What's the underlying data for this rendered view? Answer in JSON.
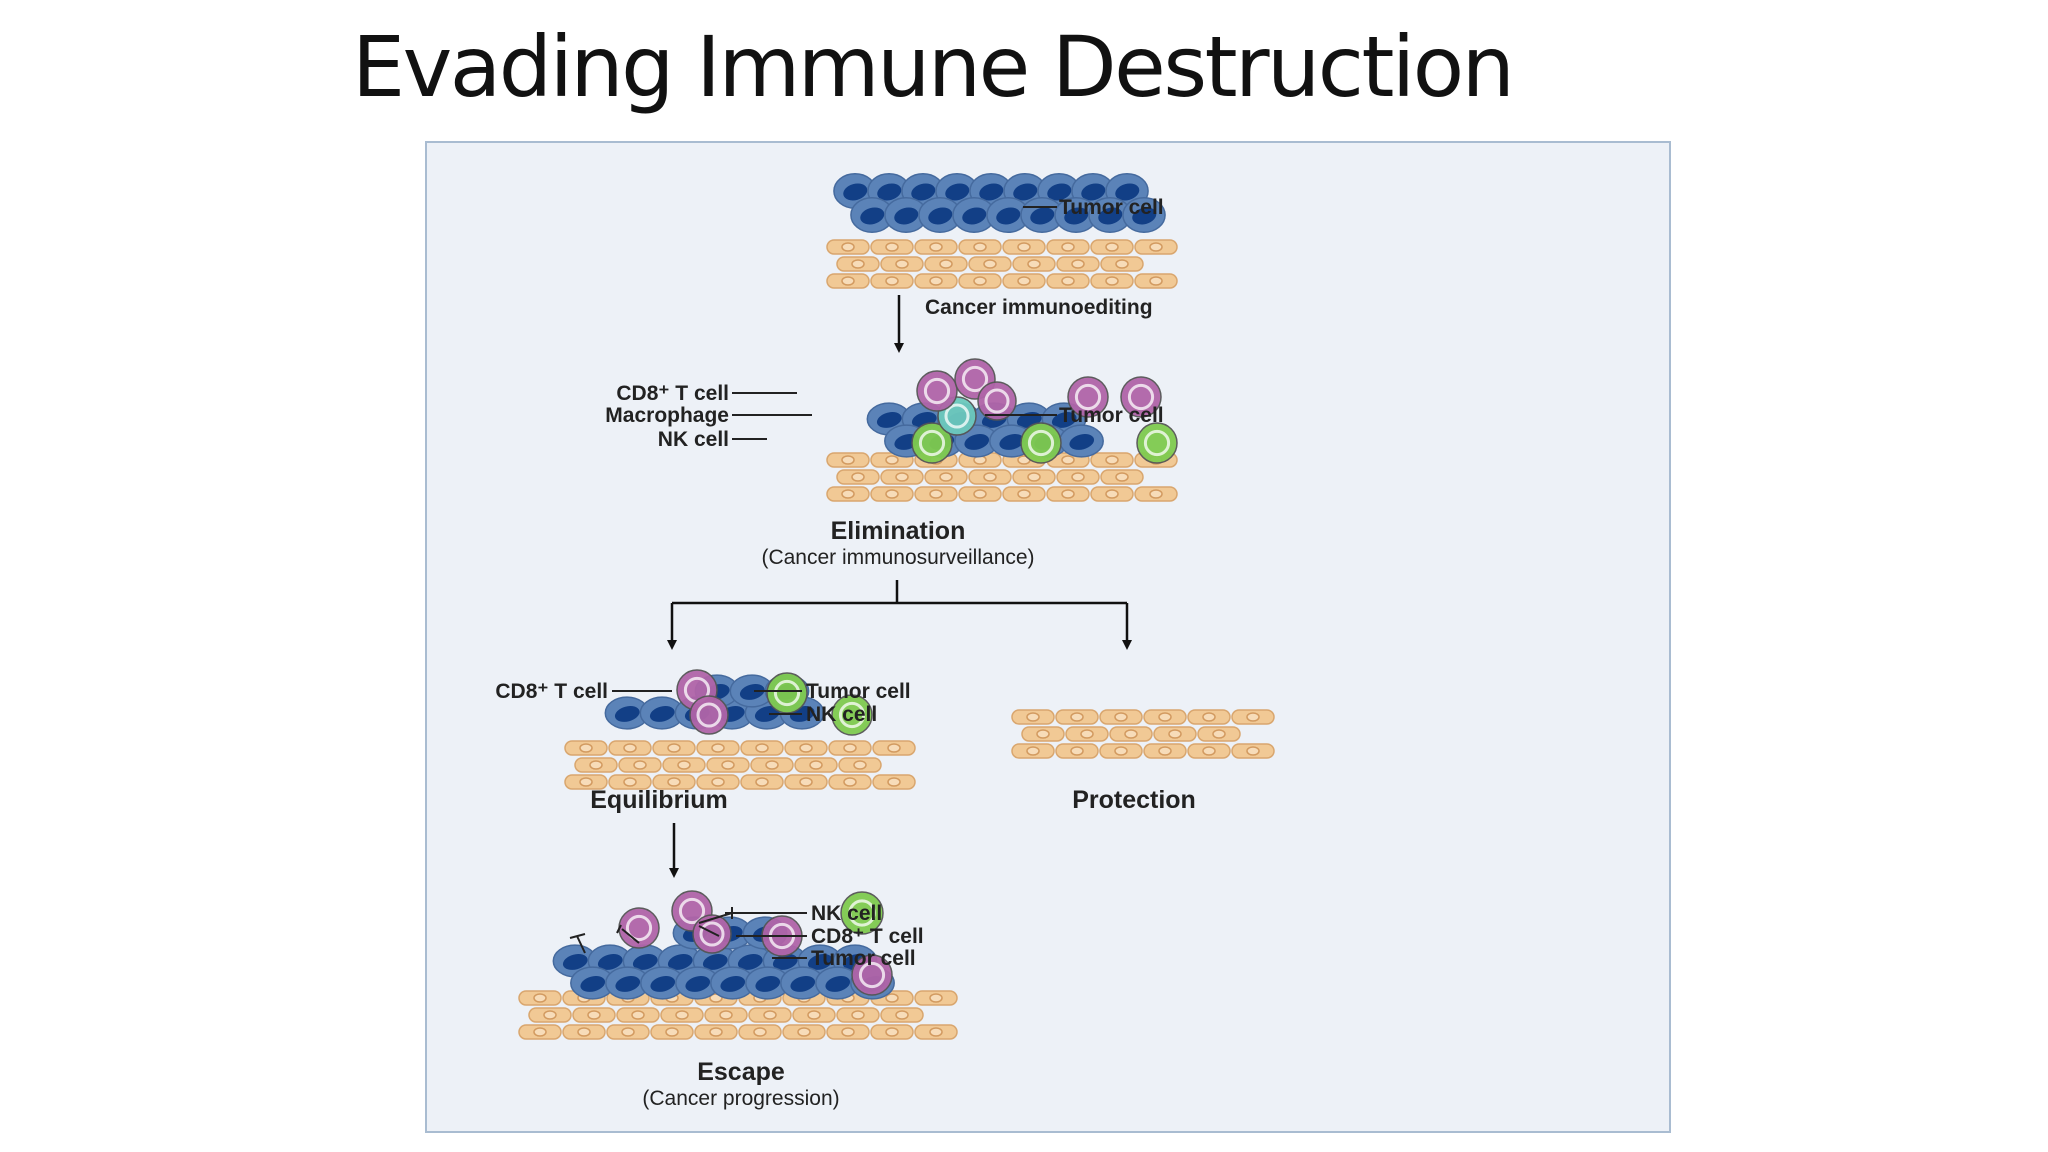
{
  "slide": {
    "title": "Evading Immune Destruction"
  },
  "diagram": {
    "top": {
      "tumor_label": "Tumor cell"
    },
    "arrow_label": "Cancer immunoediting",
    "elimination": {
      "cd8_label": "CD8⁺ T cell",
      "macrophage_label": "Macrophage",
      "nk_label": "NK cell",
      "tumor_label": "Tumor cell",
      "title": "Elimination",
      "subtitle": "(Cancer immunosurveillance)"
    },
    "equilibrium": {
      "cd8_label": "CD8⁺ T cell",
      "tumor_label": "Tumor cell",
      "nk_label": "NK cell",
      "title": "Equilibrium"
    },
    "protection": {
      "title": "Protection"
    },
    "escape": {
      "nk_label": "NK cell",
      "cd8_label": "CD8⁺ T cell",
      "tumor_label": "Tumor cell",
      "title": "Escape",
      "subtitle": "(Cancer progression)"
    }
  },
  "colors": {
    "panel_bg": "#edf1f7",
    "tumor_cell": "#5b83b8",
    "tumor_nucleus": "#123f86",
    "normal_cell": "#f1c995",
    "cd8_t_cell": "#b064a8",
    "nk_cell": "#7fcb4f",
    "macrophage": "#6cc9bd"
  }
}
